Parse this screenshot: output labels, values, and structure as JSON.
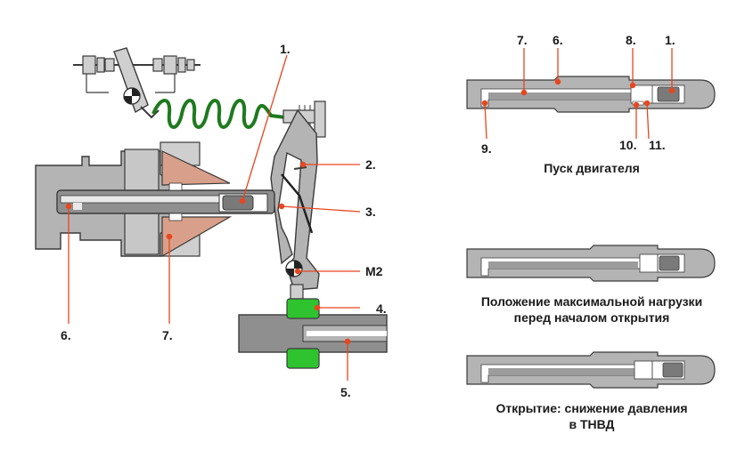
{
  "colors": {
    "part_grey": "#b4b4b4",
    "part_dark": "#8f8f8f",
    "outline": "#3a3a3a",
    "flyweight_pink": "#d8a08a",
    "spring_green": "#1e7a1e",
    "lever_green": "#2fc42f",
    "leader_red": "#e8461e",
    "dot_red": "#e8461e"
  },
  "left_diagram": {
    "labels": {
      "l1": "1.",
      "l2": "2.",
      "l3": "3.",
      "l4": "4.",
      "l5": "5.",
      "l6": "6.",
      "l7": "7.",
      "m2": "M2"
    }
  },
  "right_diagrams": {
    "top_labels": {
      "l7": "7.",
      "l6": "6.",
      "l8": "8.",
      "l1": "1.",
      "l9": "9.",
      "l10": "10.",
      "l11": "11."
    },
    "captions": {
      "start": "Пуск двигателя",
      "max_load_line1": "Положение максимальной нагрузки",
      "max_load_line2": "перед началом открытия",
      "opening_line1": "Открытие: снижение давления",
      "opening_line2": "в ТНВД"
    }
  }
}
